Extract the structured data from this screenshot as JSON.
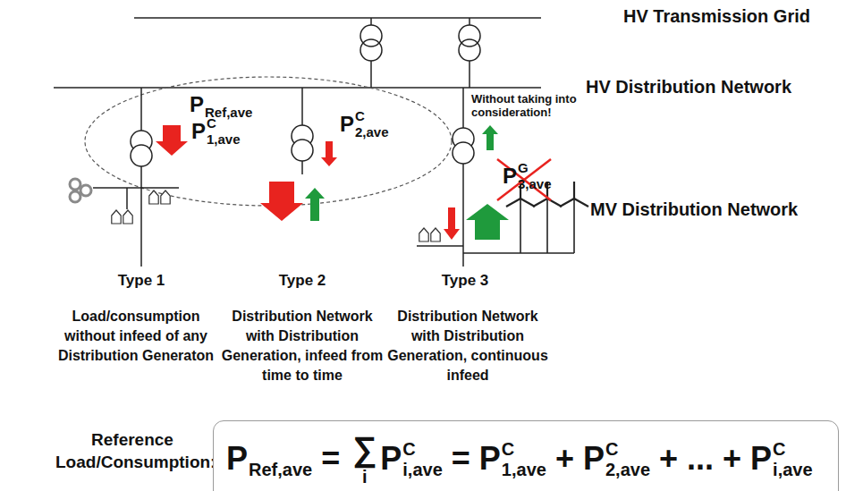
{
  "diagram": {
    "nodes": [
      {
        "text": [
          "P",
          "Ref,ave",
          "=",
          "∑",
          "i",
          "P",
          "C",
          "i,ave",
          "=",
          "P",
          "C",
          "1,ave",
          "+",
          "P",
          "C",
          "2,ave",
          "+ ... +",
          "P",
          "C",
          "i,ave"
        ]
      }
    ],
    "labels": [
      "HV Transmission Grid",
      "HV Distribution Network",
      "P",
      "Ref,ave",
      "Without taking into consideration!",
      "P",
      "C",
      "1,ave",
      "P",
      "C",
      "2,ave",
      "P",
      "G",
      "3,ave",
      "MV Distribution Network",
      "Type 1",
      "Type 2",
      "Type 3",
      "Load/consumption without infeed of any Distribution Generaton",
      "Distribution Network with Distribution Generation, infeed from time to time",
      "Distribution Network with Distribution Generation, continuous infeed",
      "Reference Load/Consumption:"
    ]
  }
}
